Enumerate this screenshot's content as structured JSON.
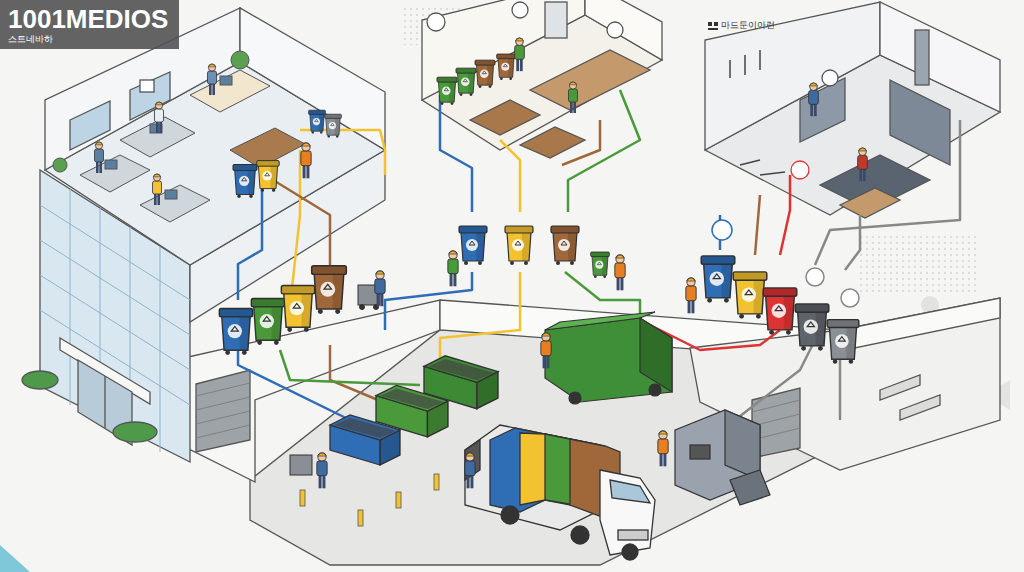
{
  "diagram": {
    "nodes": [
      {
        "text": [
          "1001MEDIOS",
          "스트네바하"
        ]
      }
    ],
    "labels": [
      "마드둔이아런"
    ]
  }
}
